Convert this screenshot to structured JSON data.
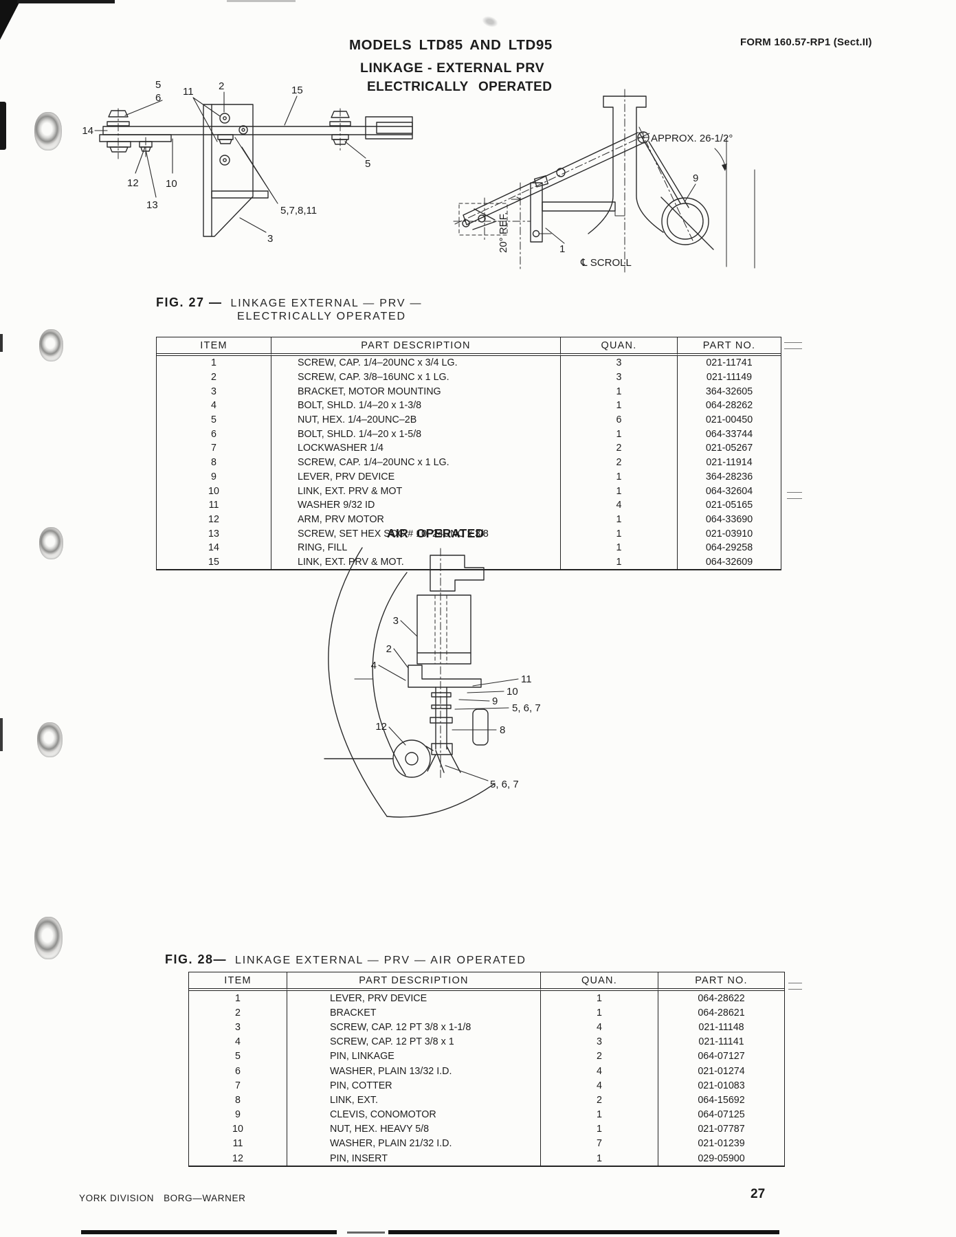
{
  "page": {
    "form_number": "FORM 160.57-RP1 (Sect.II)",
    "title_line1": "MODELS LTD85 AND LTD95",
    "title_line2": "LINKAGE - EXTERNAL PRV",
    "title_line3": "ELECTRICALLY OPERATED",
    "air_title": "AIR OPERATED",
    "footer_company1": "YORK DIVISION",
    "footer_company2": "BORG—WARNER",
    "page_number": "27"
  },
  "fig27": {
    "caption_prefix": "FIG.  27 —",
    "caption_line1": "LINKAGE EXTERNAL — PRV —",
    "caption_line2": "ELECTRICALLY OPERATED",
    "labels": {
      "l5a": "5",
      "l6": "6",
      "l11": "11",
      "l2": "2",
      "l15": "15",
      "l14": "14",
      "l12": "12",
      "l10": "10",
      "l13": "13",
      "lgroup": "5,7,8,11",
      "l3": "3",
      "l5b": "5",
      "approx": "APPROX. 26-1/2°",
      "l9": "9",
      "ref20": "20° REF.",
      "l1": "1",
      "scroll": "℄ SCROLL"
    }
  },
  "fig27_table": {
    "headers": {
      "item": "ITEM",
      "description": "PART DESCRIPTION",
      "quan": "QUAN.",
      "part_no": "PART NO."
    },
    "rows": [
      {
        "item": "1",
        "description": "SCREW, CAP. 1/4–20UNC x 3/4 LG.",
        "quan": "3",
        "part_no": "021-11741"
      },
      {
        "item": "2",
        "description": "SCREW, CAP. 3/8–16UNC x 1 LG.",
        "quan": "3",
        "part_no": "021-11149"
      },
      {
        "item": "3",
        "description": "BRACKET, MOTOR MOUNTING",
        "quan": "1",
        "part_no": "364-32605"
      },
      {
        "item": "4",
        "description": "BOLT, SHLD. 1/4–20 x 1-3/8",
        "quan": "1",
        "part_no": "064-28262"
      },
      {
        "item": "5",
        "description": "NUT, HEX. 1/4–20UNC–2B",
        "quan": "6",
        "part_no": "021-00450"
      },
      {
        "item": "6",
        "description": "BOLT, SHLD. 1/4–20 x 1-5/8",
        "quan": "1",
        "part_no": "064-33744"
      },
      {
        "item": "7",
        "description": "LOCKWASHER 1/4",
        "quan": "2",
        "part_no": "021-05267"
      },
      {
        "item": "8",
        "description": "SCREW, CAP. 1/4–20UNC x 1 LG.",
        "quan": "2",
        "part_no": "021-11914"
      },
      {
        "item": "9",
        "description": "LEVER, PRV DEVICE",
        "quan": "1",
        "part_no": "364-28236"
      },
      {
        "item": "10",
        "description": "LINK, EXT. PRV & MOT",
        "quan": "1",
        "part_no": "064-32604"
      },
      {
        "item": "11",
        "description": "WASHER 9/32 ID",
        "quan": "4",
        "part_no": "021-05165"
      },
      {
        "item": "12",
        "description": "ARM, PRV MOTOR",
        "quan": "1",
        "part_no": "064-33690"
      },
      {
        "item": "13",
        "description": "SCREW, SET HEX SOC # 10–24UNC x 3/8",
        "quan": "1",
        "part_no": "021-03910"
      },
      {
        "item": "14",
        "description": "RING, FILL",
        "quan": "1",
        "part_no": "064-29258"
      },
      {
        "item": "15",
        "description": "LINK, EXT. PRV & MOT.",
        "quan": "1",
        "part_no": "064-32609"
      }
    ]
  },
  "fig28": {
    "caption_prefix": "FIG.  28—",
    "caption_text": "LINKAGE EXTERNAL — PRV — AIR OPERATED",
    "labels": {
      "l3": "3",
      "l2": "2",
      "l4": "4",
      "l11": "11",
      "l10": "10",
      "l9": "9",
      "l567a": "5, 6, 7",
      "l12": "12",
      "l8": "8",
      "l567b": "5, 6, 7"
    }
  },
  "fig28_table": {
    "headers": {
      "item": "ITEM",
      "description": "PART DESCRIPTION",
      "quan": "QUAN.",
      "part_no": "PART NO."
    },
    "rows": [
      {
        "item": "1",
        "description": "LEVER, PRV DEVICE",
        "quan": "1",
        "part_no": "064-28622"
      },
      {
        "item": "2",
        "description": "BRACKET",
        "quan": "1",
        "part_no": "064-28621"
      },
      {
        "item": "3",
        "description": "SCREW, CAP. 12 PT 3/8 x 1-1/8",
        "quan": "4",
        "part_no": "021-11148"
      },
      {
        "item": "4",
        "description": "SCREW, CAP. 12 PT 3/8 x 1",
        "quan": "3",
        "part_no": "021-11141"
      },
      {
        "item": "5",
        "description": "PIN, LINKAGE",
        "quan": "2",
        "part_no": "064-07127"
      },
      {
        "item": "6",
        "description": "WASHER, PLAIN 13/32 I.D.",
        "quan": "4",
        "part_no": "021-01274"
      },
      {
        "item": "7",
        "description": "PIN, COTTER",
        "quan": "4",
        "part_no": "021-01083"
      },
      {
        "item": "8",
        "description": "LINK, EXT.",
        "quan": "2",
        "part_no": "064-15692"
      },
      {
        "item": "9",
        "description": "CLEVIS, CONOMOTOR",
        "quan": "1",
        "part_no": "064-07125"
      },
      {
        "item": "10",
        "description": "NUT, HEX. HEAVY 5/8",
        "quan": "1",
        "part_no": "021-07787"
      },
      {
        "item": "11",
        "description": "WASHER, PLAIN 21/32 I.D.",
        "quan": "7",
        "part_no": "021-01239"
      },
      {
        "item": "12",
        "description": "PIN, INSERT",
        "quan": "1",
        "part_no": "029-05900"
      }
    ]
  }
}
